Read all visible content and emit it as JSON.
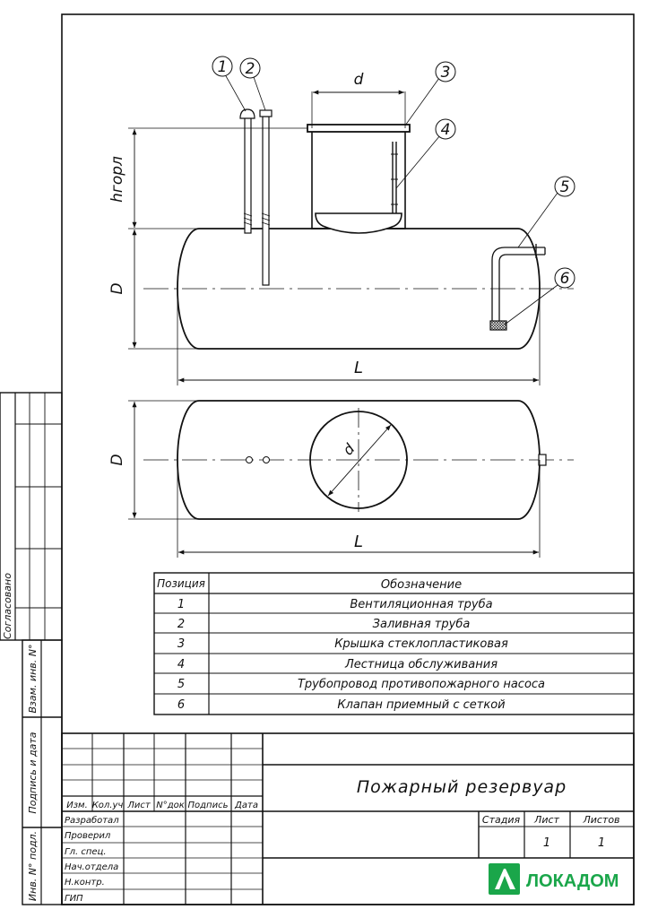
{
  "drawing": {
    "callouts": [
      "1",
      "2",
      "3",
      "4",
      "5",
      "6"
    ],
    "dim_d": "d",
    "dim_h": "hгорл",
    "dim_D": "D",
    "dim_L": "L"
  },
  "spec_table": {
    "headers": [
      "Позиция",
      "Обозначение"
    ],
    "rows": [
      {
        "pos": "1",
        "name": "Вентиляционная труба"
      },
      {
        "pos": "2",
        "name": "Заливная труба"
      },
      {
        "pos": "3",
        "name": "Крышка стеклопластиковая"
      },
      {
        "pos": "4",
        "name": "Лестница обслуживания"
      },
      {
        "pos": "5",
        "name": "Трубопровод противопожарного насоса"
      },
      {
        "pos": "6",
        "name": "Клапан приемный с сеткой"
      }
    ]
  },
  "side_stamp": {
    "agreed": "Согласовано",
    "replace_inv": "Взам. инв. N°",
    "sign_date": "Подпись и дата",
    "inv_orig": "Инв. N° подл."
  },
  "title_block": {
    "col_headers": [
      "Изм.",
      "Кол.уч",
      "Лист",
      "N°док",
      "Подпись",
      "Дата"
    ],
    "roles": [
      "Разработал",
      "Проверил",
      "Гл. спец.",
      "Нач.отдела",
      "Н.контр.",
      "ГИП"
    ],
    "title": "Пожарный резервуар",
    "stage_label": "Стадия",
    "sheet_label": "Лист",
    "sheets_label": "Листов",
    "sheet_value": "1",
    "sheets_value": "1",
    "logo_text": "ЛОКАДОМ"
  },
  "colors": {
    "logo_green": "#1aa64a",
    "line": "#111111"
  }
}
